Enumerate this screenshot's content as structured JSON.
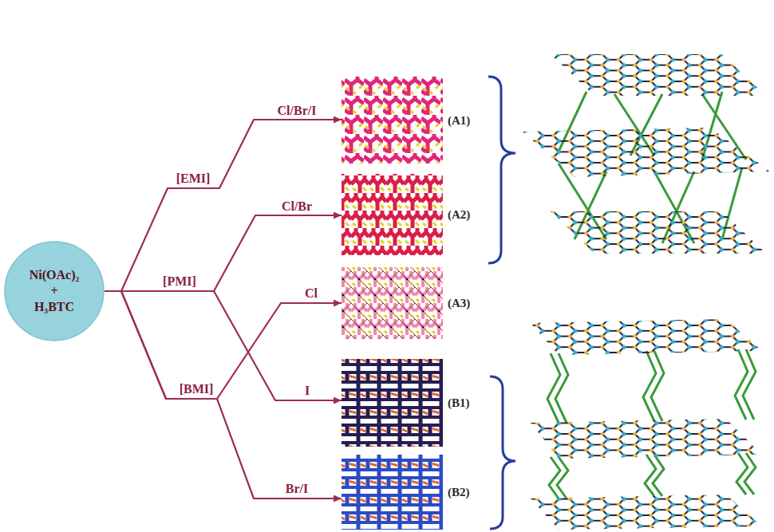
{
  "diagram": {
    "nodes": [
      {
        "text": [
          "Ni(OAc)₂ + H₃BTC"
        ]
      },
      {
        "text": [
          "(A1)"
        ]
      },
      {
        "text": [
          "(A2)"
        ]
      },
      {
        "text": [
          "(A3)"
        ]
      },
      {
        "text": [
          "(B1)"
        ]
      },
      {
        "text": [
          "(B2)"
        ]
      }
    ],
    "edges": [
      {
        "from": 0,
        "to": 1,
        "label": "Cl/Br/I",
        "arrow": "to"
      },
      {
        "from": 0,
        "to": 2,
        "label": "Cl/Br",
        "arrow": "to"
      },
      {
        "from": 0,
        "to": 3,
        "label": "Cl",
        "arrow": "to"
      },
      {
        "from": 0,
        "to": 4,
        "label": "I",
        "arrow": "to"
      },
      {
        "from": 0,
        "to": 5,
        "label": "Br/I",
        "arrow": "to"
      }
    ],
    "labels": [
      "[EMI]",
      "[PMI]",
      "[BMI]"
    ]
  }
}
